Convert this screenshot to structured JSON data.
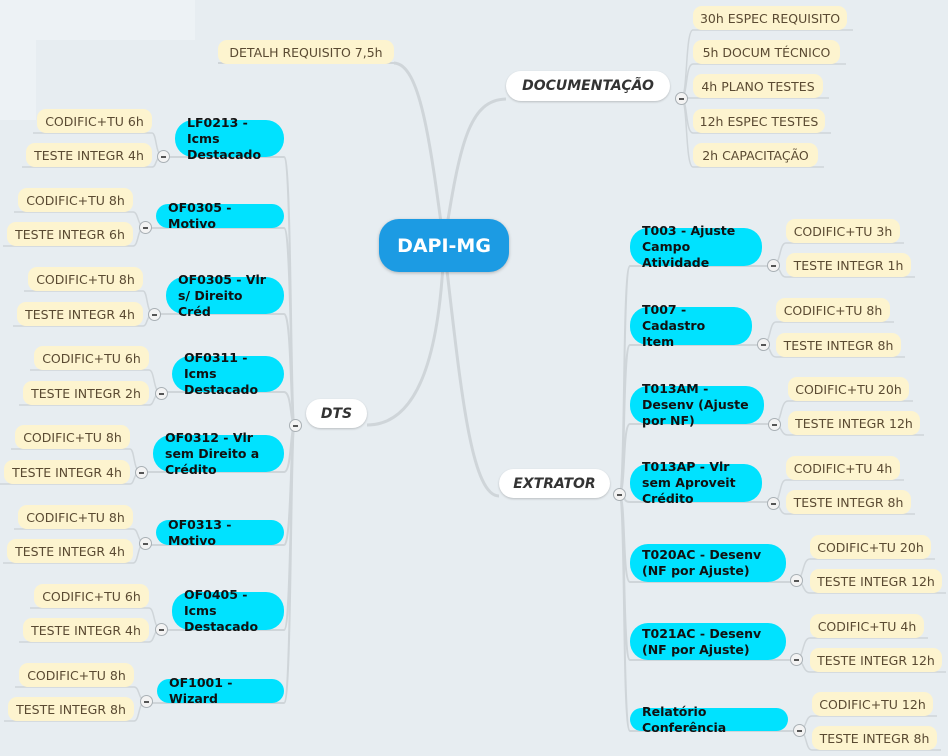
{
  "central": "DAPI-MG",
  "detail": "DETALH REQUISITO 7,5h",
  "documentacao": {
    "label": "DOCUMENTAÇÃO",
    "items": [
      "30h ESPEC REQUISITO",
      "5h DOCUM TÉCNICO",
      "4h PLANO TESTES",
      "12h ESPEC TESTES",
      "2h CAPACITAÇÃO"
    ]
  },
  "dts": {
    "label": "DTS",
    "tasks": [
      {
        "title": "LF0213 - Icms Destacado",
        "codific": "CODIFIC+TU 6h",
        "teste": "TESTE INTEGR 4h"
      },
      {
        "title": "OF0305 - Motivo",
        "codific": "CODIFIC+TU 8h",
        "teste": "TESTE INTEGR 6h"
      },
      {
        "title": "OF0305 - Vlr s/ Direito Créd",
        "codific": "CODIFIC+TU 8h",
        "teste": "TESTE INTEGR 4h"
      },
      {
        "title": "OF0311 - Icms Destacado",
        "codific": "CODIFIC+TU 6h",
        "teste": "TESTE INTEGR 2h"
      },
      {
        "title": "OF0312 - Vlr sem Direito a Crédito",
        "codific": "CODIFIC+TU 8h",
        "teste": "TESTE INTEGR 4h"
      },
      {
        "title": "OF0313 - Motivo",
        "codific": "CODIFIC+TU 8h",
        "teste": "TESTE INTEGR 4h"
      },
      {
        "title": "OF0405 - Icms Destacado",
        "codific": "CODIFIC+TU 6h",
        "teste": "TESTE INTEGR 4h"
      },
      {
        "title": "OF1001 - Wizard",
        "codific": "CODIFIC+TU 8h",
        "teste": "TESTE INTEGR 8h"
      }
    ]
  },
  "extrator": {
    "label": "EXTRATOR",
    "tasks": [
      {
        "title": "T003 - Ajuste Campo Atividade",
        "codific": "CODIFIC+TU 3h",
        "teste": "TESTE INTEGR 1h"
      },
      {
        "title": "T007 - Cadastro Item",
        "codific": "CODIFIC+TU 8h",
        "teste": "TESTE INTEGR 8h"
      },
      {
        "title": "T013AM - Desenv (Ajuste por NF)",
        "codific": "CODIFIC+TU 20h",
        "teste": "TESTE INTEGR 12h"
      },
      {
        "title": "T013AP - Vlr sem Aproveit Crédito",
        "codific": "CODIFIC+TU 4h",
        "teste": "TESTE INTEGR 8h"
      },
      {
        "title": "T020AC - Desenv (NF por Ajuste)",
        "codific": "CODIFIC+TU 20h",
        "teste": "TESTE INTEGR 12h"
      },
      {
        "title": "T021AC - Desenv (NF por Ajuste)",
        "codific": "CODIFIC+TU 4h",
        "teste": "TESTE INTEGR 12h"
      },
      {
        "title": "Relatório Conferência",
        "codific": "CODIFIC+TU 12h",
        "teste": "TESTE INTEGR 8h"
      }
    ]
  }
}
